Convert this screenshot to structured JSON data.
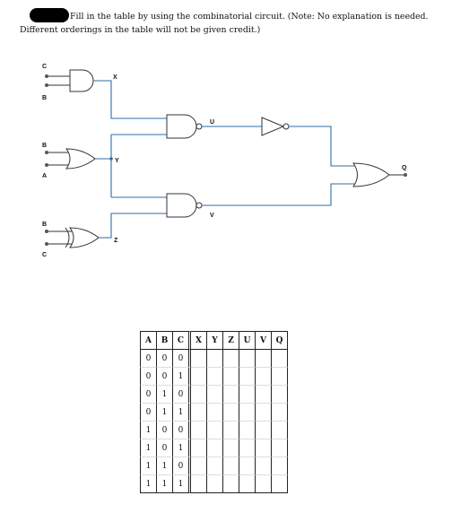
{
  "instructions": {
    "line1": "Fill in the table by using the combinatorial circuit. (Note: No explanation is needed.",
    "line2": "Different orderings in the table will not be given credit.)"
  },
  "circuit": {
    "inputs": {
      "g1_top": "C",
      "g1_bottom": "B",
      "g2_top": "B",
      "g2_bottom": "A",
      "g3_top": "B",
      "g3_bottom": "C"
    },
    "signals": {
      "x": "X",
      "y": "Y",
      "z": "Z",
      "u": "U",
      "v": "V",
      "q": "Q"
    },
    "gates": [
      "and",
      "or",
      "xor",
      "nand",
      "nand",
      "not",
      "or"
    ],
    "wire_color": "#2f6ea6"
  },
  "truth_table": {
    "headers": [
      "A",
      "B",
      "C",
      "X",
      "Y",
      "Z",
      "U",
      "V",
      "Q"
    ],
    "rows": [
      [
        "0",
        "0",
        "0",
        "",
        "",
        "",
        "",
        "",
        ""
      ],
      [
        "0",
        "0",
        "1",
        "",
        "",
        "",
        "",
        "",
        ""
      ],
      [
        "0",
        "1",
        "0",
        "",
        "",
        "",
        "",
        "",
        ""
      ],
      [
        "0",
        "1",
        "1",
        "",
        "",
        "",
        "",
        "",
        ""
      ],
      [
        "1",
        "0",
        "0",
        "",
        "",
        "",
        "",
        "",
        ""
      ],
      [
        "1",
        "0",
        "1",
        "",
        "",
        "",
        "",
        "",
        ""
      ],
      [
        "1",
        "1",
        "0",
        "",
        "",
        "",
        "",
        "",
        ""
      ],
      [
        "1",
        "1",
        "1",
        "",
        "",
        "",
        "",
        "",
        ""
      ]
    ]
  }
}
